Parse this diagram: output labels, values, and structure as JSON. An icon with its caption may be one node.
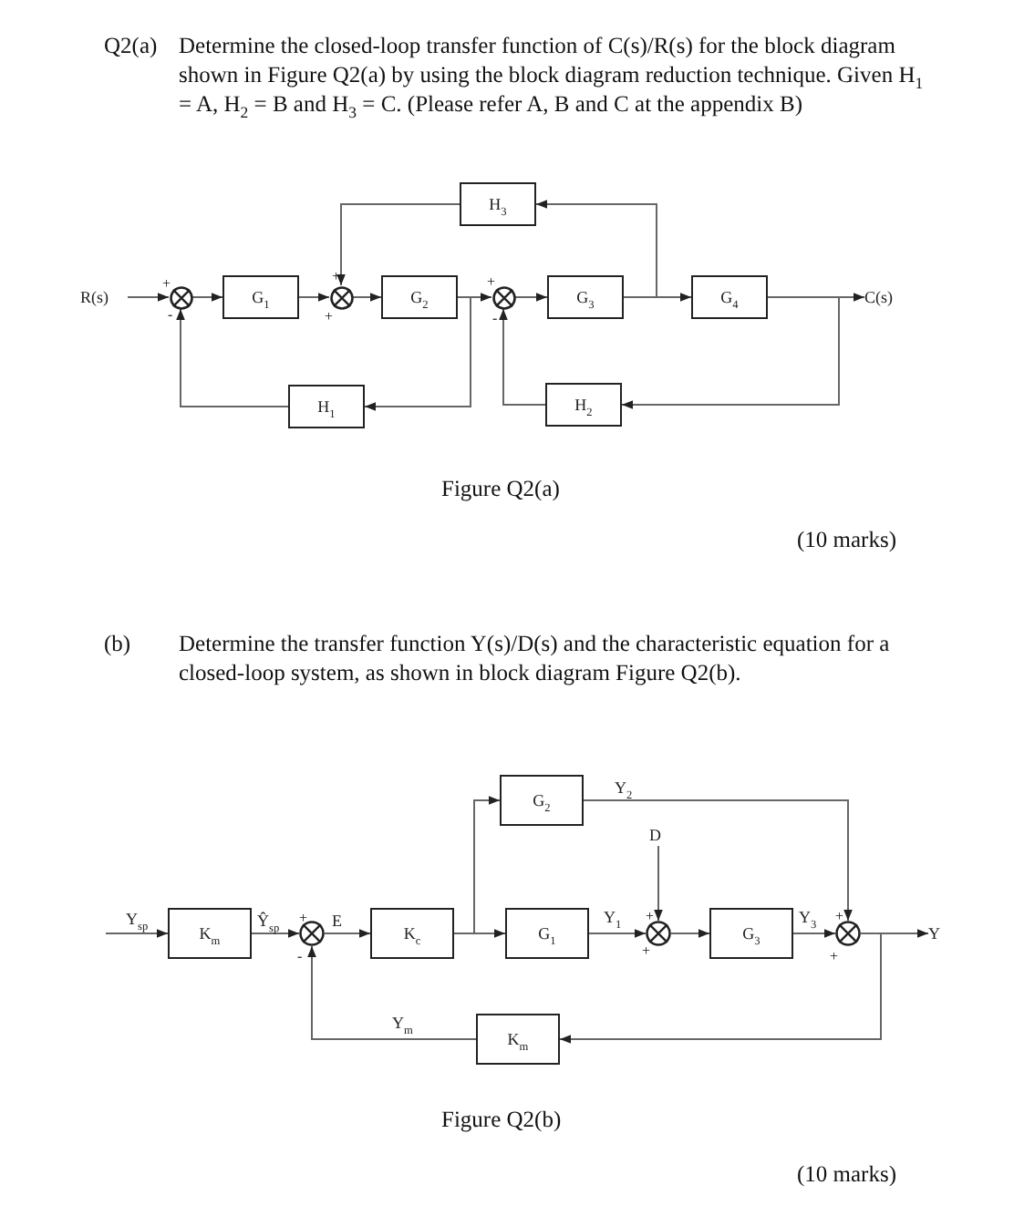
{
  "diagram": {
    "nodes": [
      {
        "text": [
          "R(s)"
        ]
      },
      {
        "text": [],
        "shape": "circle"
      },
      {
        "text": [
          "G$_{1}$"
        ]
      },
      {
        "text": [],
        "shape": "circle"
      },
      {
        "text": [
          "G$_{2}$"
        ]
      },
      {
        "text": [],
        "shape": "circle"
      },
      {
        "text": [
          "G$_{3}$"
        ]
      },
      {
        "text": [
          "G$_{4}$"
        ]
      },
      {
        "text": [
          "C(s)"
        ]
      },
      {
        "text": [
          "H$_{3}$"
        ]
      },
      {
        "text": [
          "H$_{1}$"
        ]
      },
      {
        "text": [
          "H$_{2}$"
        ]
      },
      {
        "text": [
          "K$_{m}$"
        ]
      },
      {
        "text": [],
        "shape": "circle"
      },
      {
        "text": [
          "K$_{c}$"
        ]
      },
      {
        "text": [
          "G$_{2}$"
        ]
      },
      {
        "text": [
          "G$_{1}$"
        ]
      },
      {
        "text": [
          "D"
        ]
      },
      {
        "text": [],
        "shape": "circle"
      },
      {
        "text": [
          "G$_{3}$"
        ]
      },
      {
        "text": [],
        "shape": "circle"
      },
      {
        "text": [
          "Y"
        ]
      },
      {
        "text": [
          "K$_{m}$"
        ]
      }
    ],
    "edges": [
      {
        "from": 0,
        "to": 1,
        "arrow": "to"
      },
      {
        "from": 1,
        "to": 2,
        "arrow": "to"
      },
      {
        "from": 2,
        "to": 3,
        "arrow": "to"
      },
      {
        "from": 3,
        "to": 4,
        "arrow": "to"
      },
      {
        "from": 4,
        "to": 5,
        "arrow": "to"
      },
      {
        "from": 5,
        "to": 6,
        "arrow": "to"
      },
      {
        "from": 6,
        "to": 7,
        "arrow": "to"
      },
      {
        "from": 7,
        "to": 8,
        "arrow": "to"
      },
      {
        "from": 4,
        "to": 10,
        "arrow": "to"
      },
      {
        "from": 10,
        "to": 1,
        "arrow": "to"
      },
      {
        "from": 6,
        "to": 9,
        "arrow": "to"
      },
      {
        "from": 9,
        "to": 3,
        "arrow": "to"
      },
      {
        "from": 7,
        "to": 11,
        "arrow": "to"
      },
      {
        "from": 11,
        "to": 5,
        "arrow": "to"
      },
      {
        "from": null,
        "to": 12,
        "arrow": "to",
        "label": "Y$_{sp}$"
      },
      {
        "from": 12,
        "to": 13,
        "arrow": "to",
        "label": "Ŷ$_{sp}$"
      },
      {
        "from": 13,
        "to": 14,
        "arrow": "to",
        "label": "E"
      },
      {
        "from": 14,
        "to": 15,
        "arrow": "to"
      },
      {
        "from": 14,
        "to": 16,
        "arrow": "to"
      },
      {
        "from": 16,
        "to": 18,
        "arrow": "to",
        "label": "Y$_{1}$"
      },
      {
        "from": 17,
        "to": 18,
        "arrow": "to"
      },
      {
        "from": 18,
        "to": 19,
        "arrow": "to"
      },
      {
        "from": 19,
        "to": 20,
        "arrow": "to",
        "label": "Y$_{3}$"
      },
      {
        "from": 15,
        "to": 20,
        "arrow": "to",
        "label": "Y$_{2}$"
      },
      {
        "from": 20,
        "to": 21,
        "arrow": "to"
      },
      {
        "from": 20,
        "to": 22,
        "arrow": "to"
      },
      {
        "from": 22,
        "to": 13,
        "arrow": "to",
        "label": "Y$_{m}$"
      }
    ],
    "labels": [
      "Q2(a)",
      "Determine the closed-loop transfer function of C(s)/R(s) for the block diagram shown in Figure Q2(a) by using the block diagram reduction technique. Given H$_{1}$ = A, H$_{2}$ = B and H$_{3}$ = C. (Please refer A, B and C at the appendix B)",
      "+",
      "-",
      "+",
      "+",
      "+",
      "-",
      "Figure Q2(a)",
      "(10 marks)",
      "(b)",
      "Determine the transfer function Y(s)/D(s) and the characteristic equation for a closed-loop system, as shown in block diagram Figure Q2(b).",
      "+",
      "-",
      "+",
      "+",
      "+",
      "+",
      "Figure Q2(b)",
      "(10 marks)"
    ]
  }
}
